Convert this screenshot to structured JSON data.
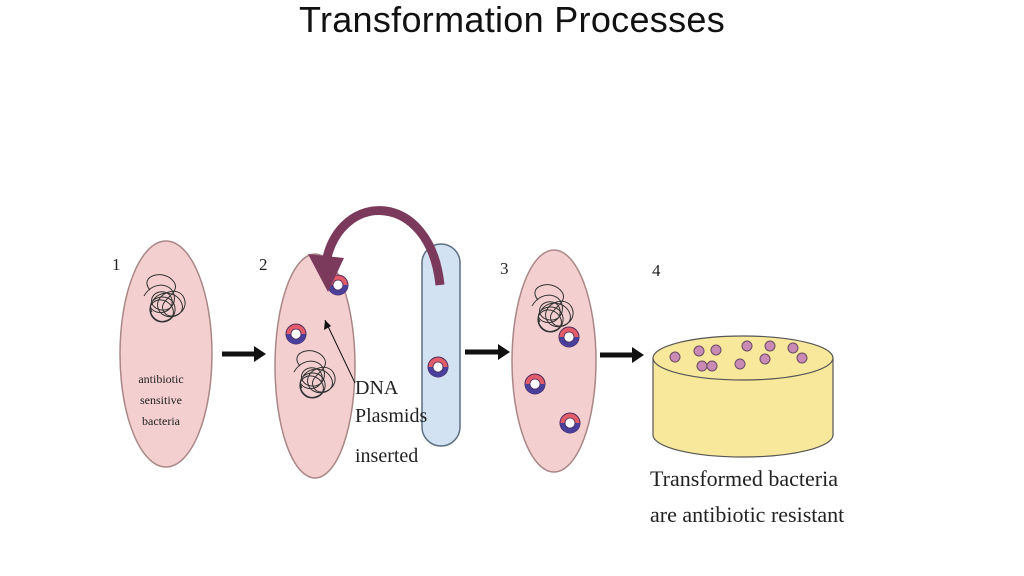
{
  "title": "Transformation Processes",
  "steps": {
    "step1": {
      "number": "1",
      "label_lines": [
        "antibiotic",
        "sensitive",
        "bacteria"
      ]
    },
    "step2": {
      "number": "2",
      "label_lines": [
        "DNA",
        "Plasmids",
        "inserted"
      ]
    },
    "step3": {
      "number": "3"
    },
    "step4": {
      "number": "4",
      "label_lines": [
        "Transformed bacteria",
        "are antibiotic resistant"
      ]
    }
  },
  "colors": {
    "cell_fill": "#f3cfcf",
    "cell_stroke": "#a98787",
    "tube_fill": "#d3e2f2",
    "tube_stroke": "#5d6f83",
    "plasmid_red": "#e35c6a",
    "plasmid_blue": "#4a3f9b",
    "curved_arrow": "#7b3a5c",
    "dish_fill": "#f7e89b",
    "colony_fill": "#c98bb4"
  }
}
